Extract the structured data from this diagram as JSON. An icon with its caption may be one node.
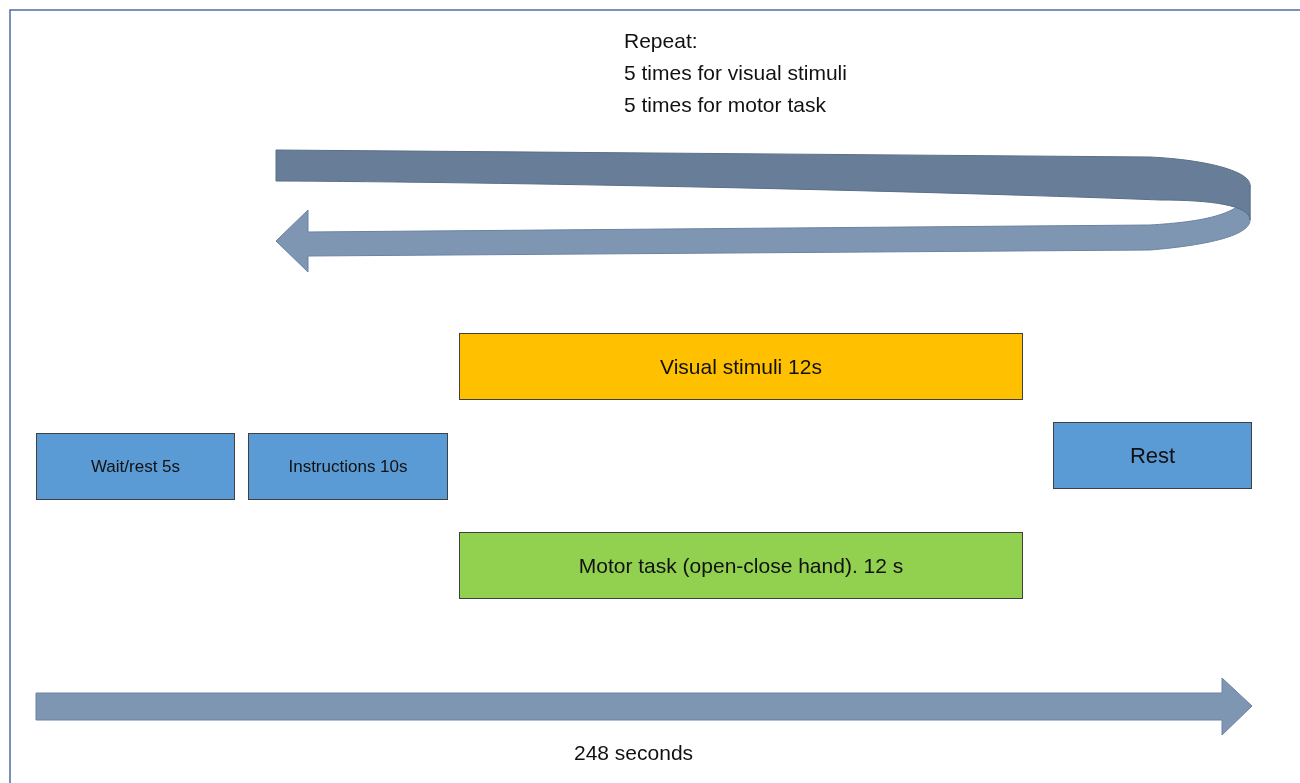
{
  "diagram": {
    "nodes": [
      {
        "text": [
          "Visual stimuli 12s"
        ]
      },
      {
        "text": [
          "Wait/rest 5s"
        ]
      },
      {
        "text": [
          "Instructions 10s"
        ]
      },
      {
        "text": [
          "Rest"
        ]
      },
      {
        "text": [
          "Motor task (open-close hand). 12 s"
        ]
      }
    ],
    "labels": [
      "Repeat:",
      "5 times for visual stimuli",
      "5 times for motor task",
      "248 seconds"
    ]
  }
}
